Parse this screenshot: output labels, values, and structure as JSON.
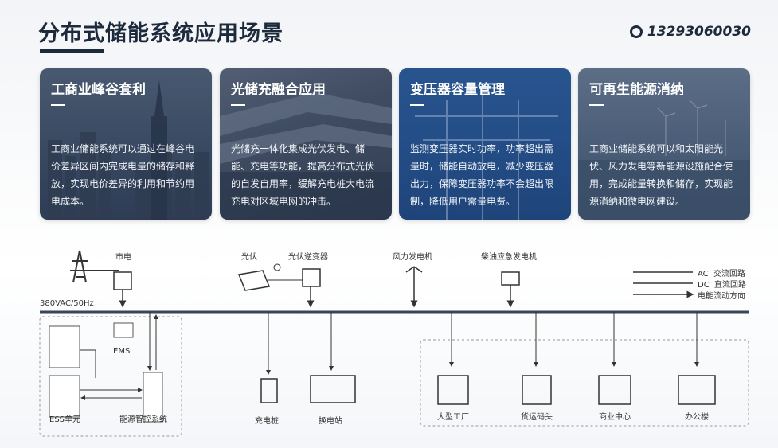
{
  "header": {
    "title": "分布式储能系统应用场景",
    "phone": "13293060030"
  },
  "cards": [
    {
      "title": "工商业峰谷套利",
      "text": "工商业储能系统可以通过在峰谷电价差异区间内完成电量的储存和释放，实现电价差异的利用和节约用电成本。"
    },
    {
      "title": "光储充融合应用",
      "text": "光储充一体化集成光伏发电、储能、充电等功能，提高分布式光伏的自发自用率，缓解充电桩大电流充电对区域电网的冲击。"
    },
    {
      "title": "变压器容量管理",
      "text": "监测变压器实时功率，功率超出需量时，储能自动放电，减少变压器出力，保障变压器功率不会超出限制，降低用户需量电费。"
    },
    {
      "title": "可再生能源消纳",
      "text": "工商业储能系统可以和太阳能光伏、风力发电等新能源设施配合使用，完成能量转换和储存，实现能源消纳和微电网建设。"
    }
  ],
  "diagram": {
    "grid": "市电",
    "pv": "光伏",
    "inverter": "光伏逆变器",
    "wind": "风力发电机",
    "diesel": "柴油应急发电机",
    "bus": "380VAC/50Hz",
    "ems": "EMS",
    "ess": "ESS单元",
    "controller": "能源智控系统",
    "charger": "充电桩",
    "swap": "换电站",
    "factory": "大型工厂",
    "dock": "货运码头",
    "mall": "商业中心",
    "office": "办公楼",
    "legend": [
      {
        "code": "AC",
        "label": "交流回路"
      },
      {
        "code": "DC",
        "label": "直流回路"
      },
      {
        "code": "",
        "label": "电能流动方向"
      }
    ]
  }
}
